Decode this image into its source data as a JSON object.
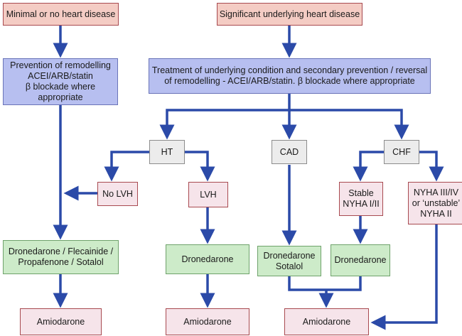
{
  "nodes": {
    "minimal": "Minimal or no heart disease",
    "significant": "Significant underlying heart disease",
    "prevention": "Prevention of remodelling\nACEI/ARB/statin\nβ blockade where appropriate",
    "treatment": "Treatment of underlying condition and secondary prevention / reversal\nof remodelling - ACEI/ARB/statin. β blockade where appropriate",
    "ht": "HT",
    "cad": "CAD",
    "chf": "CHF",
    "no_lvh": "No LVH",
    "lvh": "LVH",
    "stable": "Stable\nNYHA I/II",
    "nyha_unstable": "NYHA III/IV\nor ‘unstable’\nNYHA II",
    "drug_left": "Dronedarone / Flecainide /\nPropafenone / Sotalol",
    "drug_lvh": "Dronedarone",
    "drug_cad": "Dronedarone\nSotalol",
    "drug_stable": "Dronedarone",
    "amio_left": "Amiodarone",
    "amio_mid": "Amiodarone",
    "amio_right": "Amiodarone"
  }
}
